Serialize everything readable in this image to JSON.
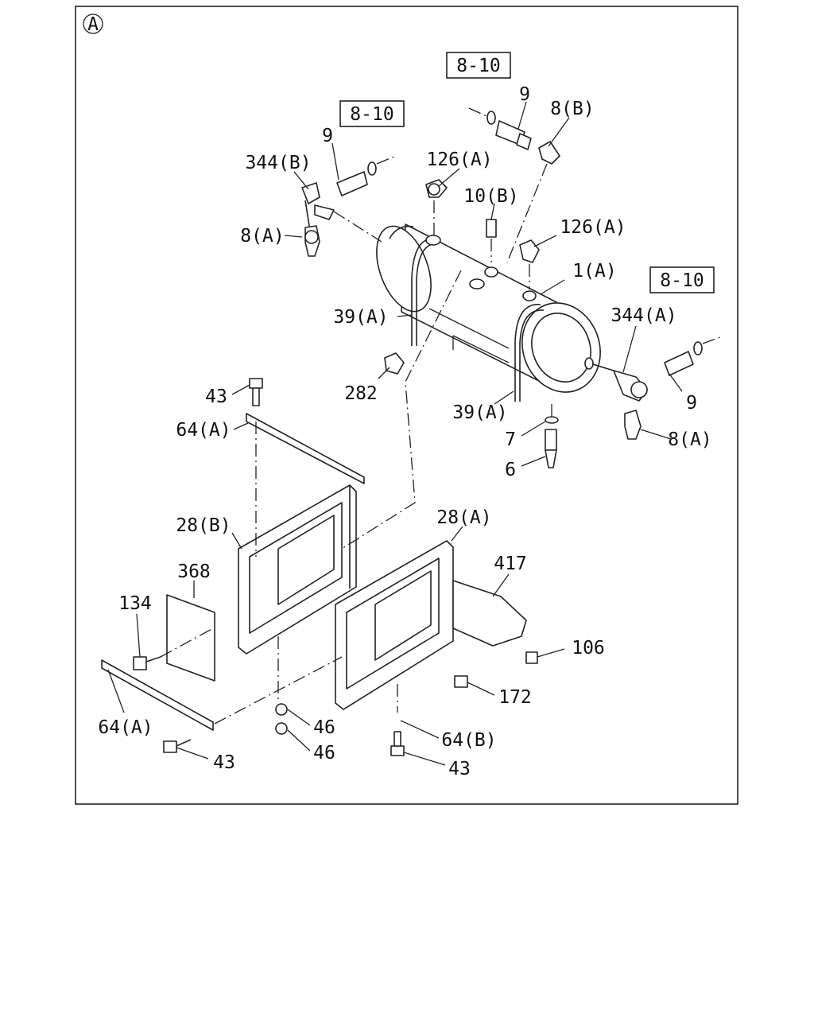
{
  "view_marker": "A",
  "ref_boxes": [
    "8-10",
    "8-10",
    "8-10"
  ],
  "labels": [
    "9",
    "8(B)",
    "344(B)",
    "126(A)",
    "10(B)",
    "8(A)",
    "126(A)",
    "1(A)",
    "344(A)",
    "39(A)",
    "282",
    "9",
    "39(A)",
    "8(A)",
    "43",
    "7",
    "64(A)",
    "6",
    "28(B)",
    "28(A)",
    "417",
    "368",
    "134",
    "106",
    "172",
    "64(A)",
    "46",
    "46",
    "64(B)",
    "43",
    "43",
    "9"
  ]
}
